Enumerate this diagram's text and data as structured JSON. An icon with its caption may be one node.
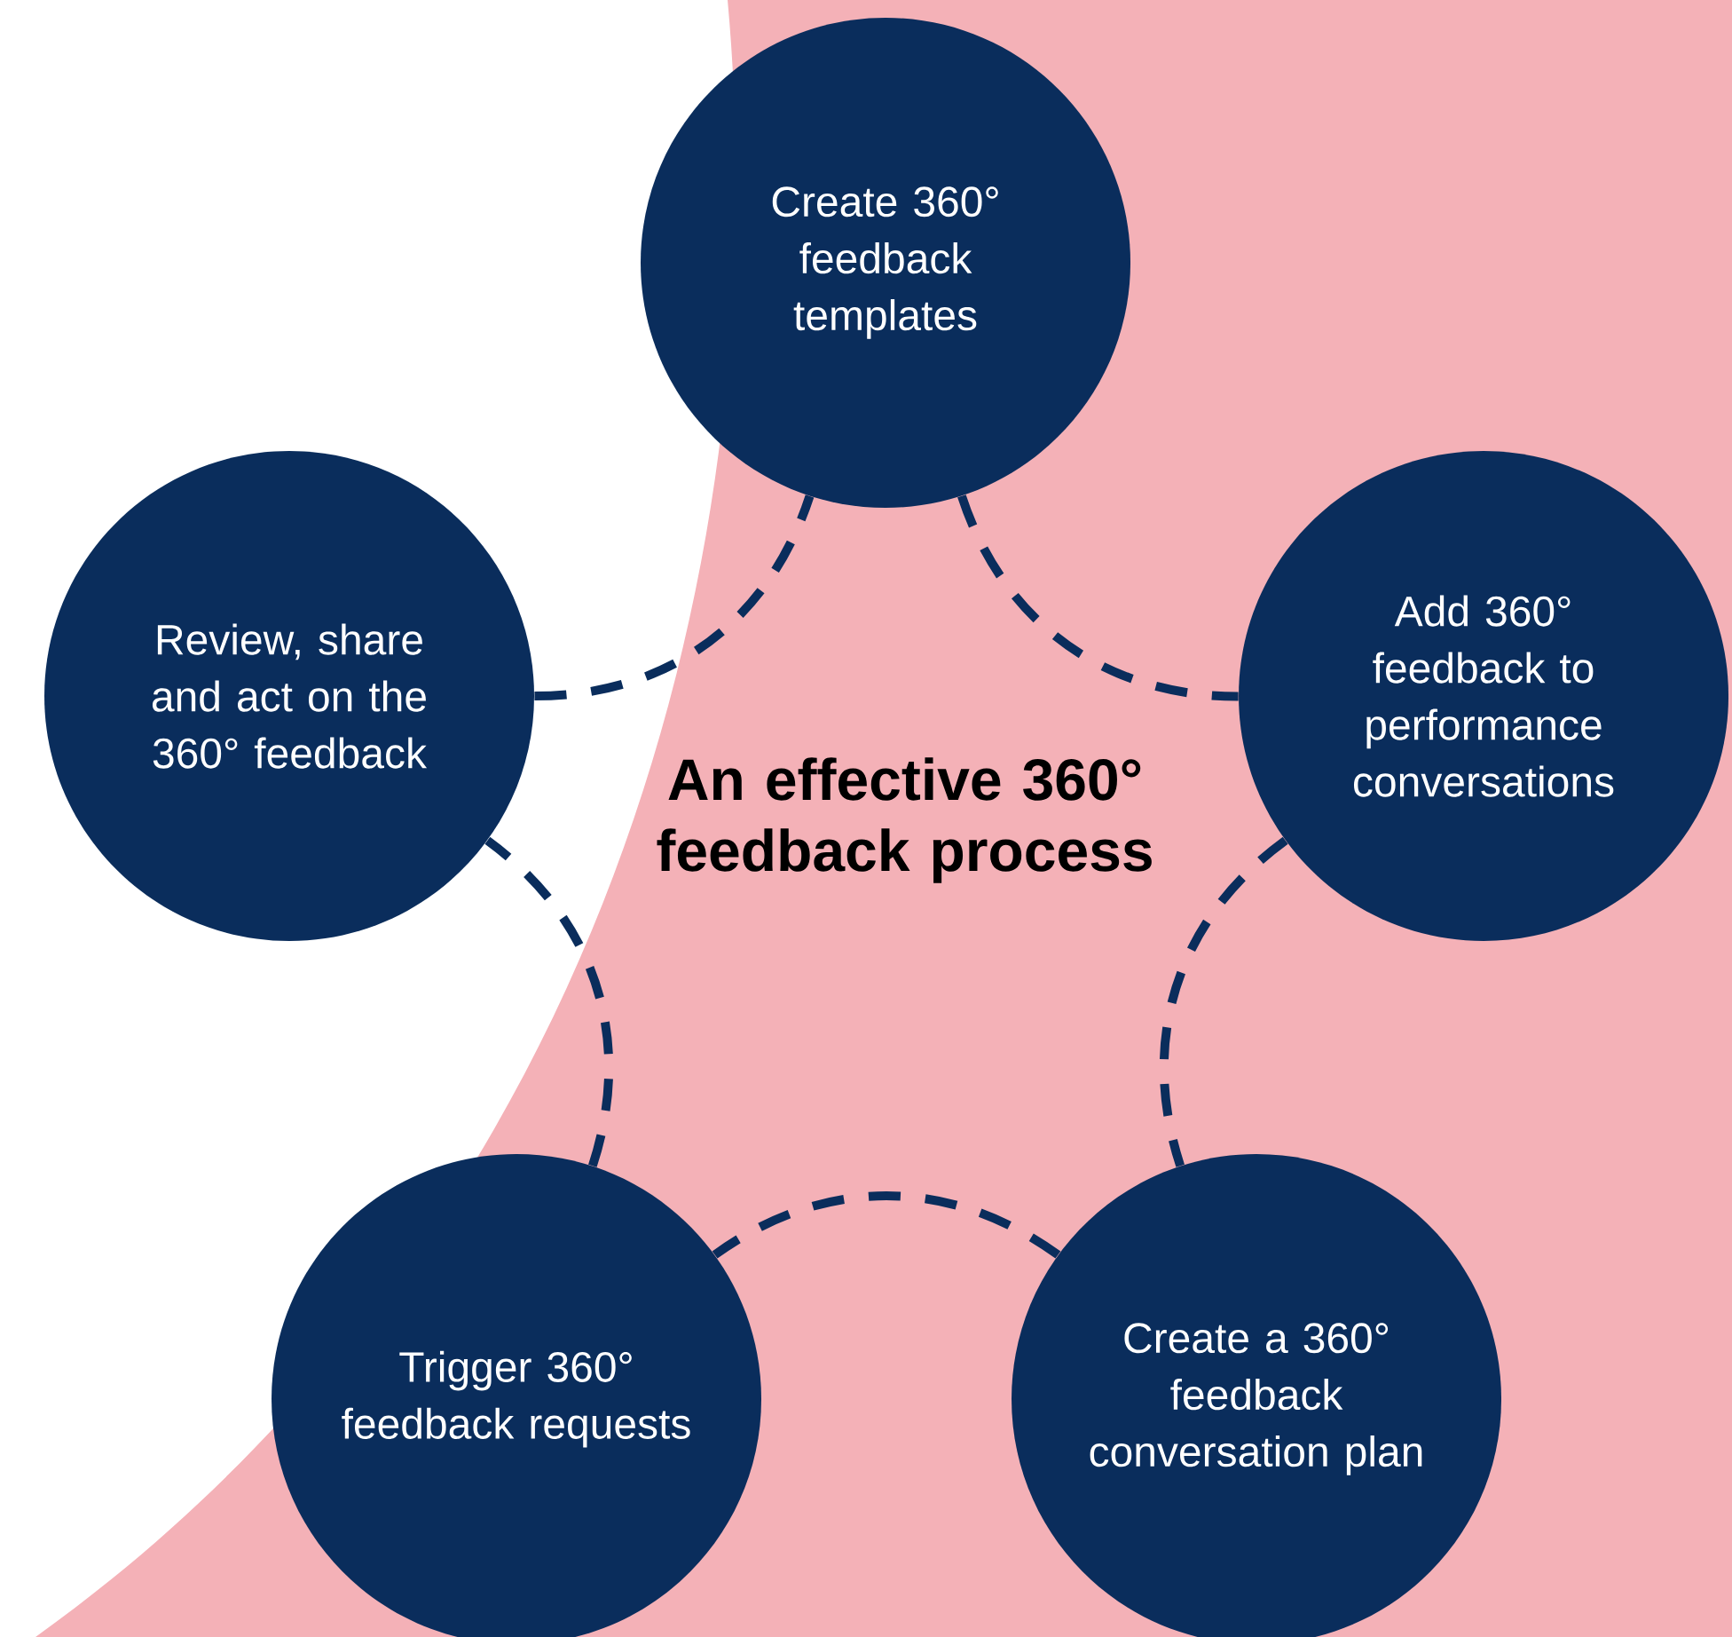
{
  "diagram": {
    "title": "An effective 360° feedback process",
    "nodes": [
      {
        "text": [
          "Create 360° feedback templates"
        ]
      },
      {
        "text": [
          "Add 360° feedback to performance conversations"
        ]
      },
      {
        "text": [
          "Create a 360° feedback conversation plan"
        ]
      },
      {
        "text": [
          "Trigger 360° feedback requests"
        ]
      },
      {
        "text": [
          "Review, share and act on the 360° feedback"
        ]
      }
    ],
    "edges": [
      {
        "from": 0,
        "to": 1,
        "arrow": "none",
        "style": "dashed"
      },
      {
        "from": 1,
        "to": 2,
        "arrow": "none",
        "style": "dashed"
      },
      {
        "from": 2,
        "to": 3,
        "arrow": "none",
        "style": "dashed"
      },
      {
        "from": 3,
        "to": 4,
        "arrow": "none",
        "style": "dashed"
      },
      {
        "from": 4,
        "to": 0,
        "arrow": "none",
        "style": "dashed"
      }
    ]
  }
}
